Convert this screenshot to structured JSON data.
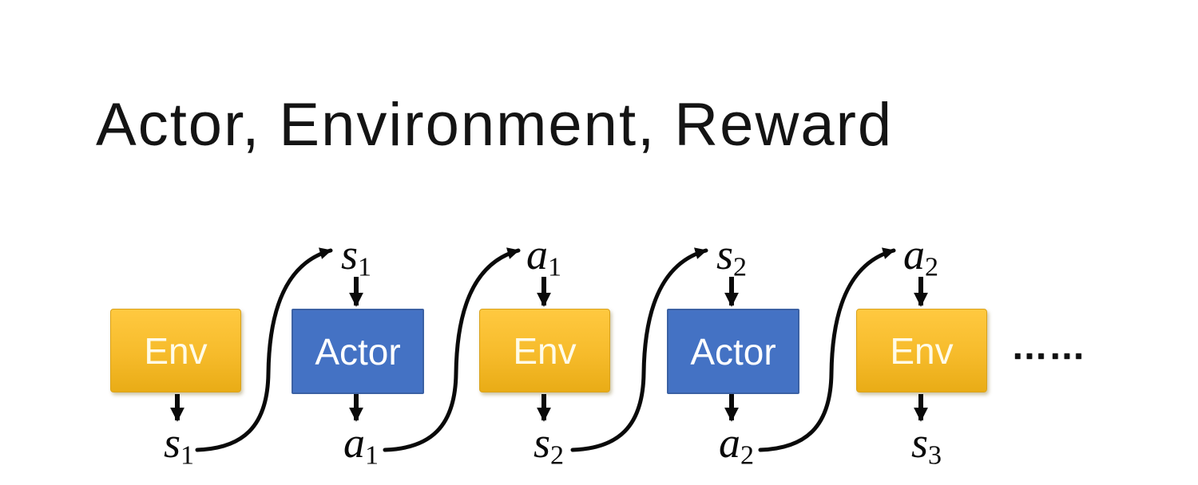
{
  "title": "Actor, Environment, Reward",
  "diagram": {
    "boxes": [
      {
        "label": "Env",
        "type": "env"
      },
      {
        "label": "Actor",
        "type": "actor"
      },
      {
        "label": "Env",
        "type": "env"
      },
      {
        "label": "Actor",
        "type": "actor"
      },
      {
        "label": "Env",
        "type": "env"
      }
    ],
    "top_labels": [
      {
        "var": "s",
        "sub": "1"
      },
      {
        "var": "a",
        "sub": "1"
      },
      {
        "var": "s",
        "sub": "2"
      },
      {
        "var": "a",
        "sub": "2"
      }
    ],
    "bottom_labels": [
      {
        "var": "s",
        "sub": "1"
      },
      {
        "var": "a",
        "sub": "1"
      },
      {
        "var": "s",
        "sub": "2"
      },
      {
        "var": "a",
        "sub": "2"
      },
      {
        "var": "s",
        "sub": "3"
      }
    ],
    "ellipsis": "……",
    "colors": {
      "env_gradient_top": "#FFC940",
      "env_gradient_bottom": "#E9AC16",
      "env_border": "#D9A21C",
      "env_text": "#FFFBE8",
      "actor_fill": "#4472C4",
      "actor_border": "#3B61A4",
      "actor_text": "#FFFFFF",
      "arrow": "#000000",
      "title_text": "#141414"
    }
  }
}
